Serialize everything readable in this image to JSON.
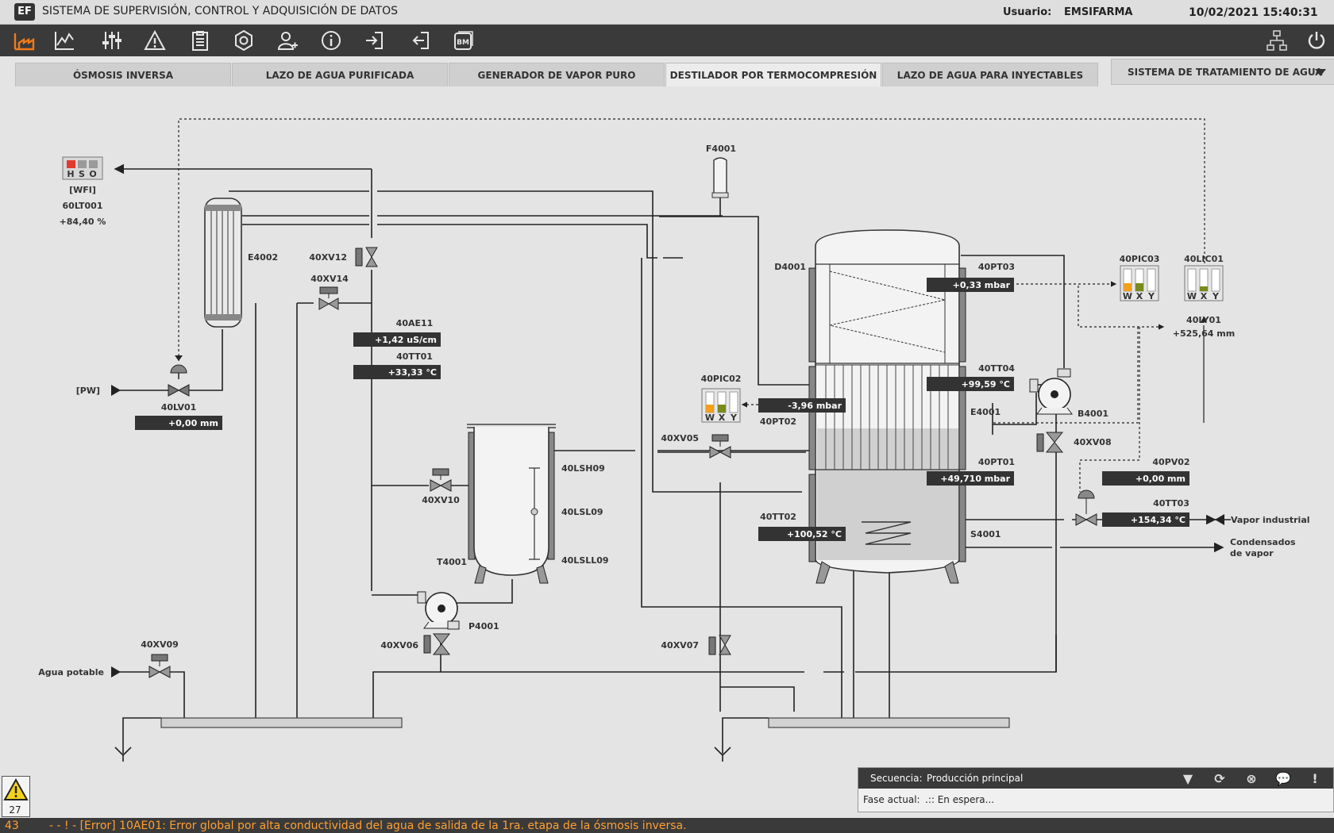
{
  "app": {
    "logo": "EF",
    "title": "SISTEMA DE SUPERVISIÓN, CONTROL Y ADQUISICIÓN DE DATOS",
    "user_label": "Usuario:",
    "user": "EMSIFARMA",
    "datetime": "10/02/2021 15:40:31"
  },
  "toolbar": {
    "icons": [
      "plant-icon",
      "trend-icon",
      "sliders-icon",
      "alarm-warning-icon",
      "report-icon",
      "settings-icon",
      "add-user-icon",
      "info-icon",
      "login-icon",
      "logout-icon",
      "bm-icon",
      "network-icon",
      "power-icon"
    ],
    "bm_text": "BM"
  },
  "tabs": {
    "items": [
      {
        "label": "ÓSMOSIS INVERSA"
      },
      {
        "label": "LAZO DE AGUA PURIFICADA"
      },
      {
        "label": "GENERADOR DE VAPOR PURO"
      },
      {
        "label": "DESTILADOR POR TERMOCOMPRESIÓN"
      },
      {
        "label": "LAZO DE AGUA PARA INYECTABLES"
      }
    ],
    "active": "DESTILADOR POR TERMOCOMPRESIÓN",
    "system_select": "SISTEMA DE TRATAMIENTO DE AGUA"
  },
  "wfi": {
    "tag": "[WFI]",
    "level_tag": "60LT001",
    "level": "+84,40 %",
    "leds": [
      "H",
      "S",
      "O"
    ]
  },
  "process": {
    "inputs": {
      "pw": "[PW]",
      "potable": "Agua potable",
      "steam": "Vapor industrial",
      "condensate_1": "Condensados",
      "condensate_2": "de vapor"
    },
    "equipment": {
      "e4002": "E4002",
      "t4001": "T4001",
      "p4001": "P4001",
      "f4001": "F4001",
      "d4001": "D4001",
      "e4001": "E4001",
      "s4001": "S4001",
      "b4001": "B4001"
    },
    "valves": {
      "xv12": "40XV12",
      "xv14": "40XV14",
      "lv01": "40LV01",
      "xv10": "40XV10",
      "xv09": "40XV09",
      "xv06": "40XV06",
      "xv05": "40XV05",
      "xv07": "40XV07",
      "xv08": "40XV08"
    },
    "switches": {
      "lsh09": "40LSH09",
      "lsl09": "40LSL09",
      "lsll09": "40LSLL09"
    },
    "instruments": {
      "lv01": {
        "tag": "40LV01",
        "value": "+0,00 mm"
      },
      "ae11": {
        "tag": "40AE11",
        "value": "+1,42 uS/cm"
      },
      "tt01": {
        "tag": "40TT01",
        "value": "+33,33 °C"
      },
      "pt03": {
        "tag": "40PT03",
        "value": "+0,33 mbar"
      },
      "pt02": {
        "tag": "40PT02",
        "value": "-3,96 mbar"
      },
      "tt04": {
        "tag": "40TT04",
        "value": "+99,59 °C"
      },
      "pt01": {
        "tag": "40PT01",
        "value": "+49,710 mbar"
      },
      "tt02": {
        "tag": "40TT02",
        "value": "+100,52 °C"
      },
      "pv02": {
        "tag": "40PV02",
        "value": "+0,00 mm"
      },
      "tt03": {
        "tag": "40TT03",
        "value": "+154,34 °C"
      },
      "ly01": {
        "tag": "40LY01",
        "value": "+525,64 mm"
      }
    },
    "controllers": {
      "pic02": {
        "tag": "40PIC02",
        "labels": [
          "W",
          "X",
          "Y"
        ],
        "w": 0.3,
        "x": 0.3,
        "y": 0.0
      },
      "pic03": {
        "tag": "40PIC03",
        "labels": [
          "W",
          "X",
          "Y"
        ],
        "w": 0.3,
        "x": 0.3,
        "y": 0.0
      },
      "lic01": {
        "tag": "40LIC01",
        "labels": [
          "W",
          "X",
          "Y"
        ],
        "w": 0.0,
        "x": 0.2,
        "y": 0.0
      }
    }
  },
  "colors": {
    "bar_w": "#f3a01c",
    "bar_x": "#7a8a1c",
    "alarm": "#ffa033",
    "led_red": "#e23b2e"
  },
  "sequence": {
    "label": "Secuencia:",
    "value": "Producción principal",
    "phase_label": "Fase actual:",
    "phase_value": ".:: En espera..."
  },
  "alarms": {
    "active_count": "27",
    "total": "43",
    "message": "- - ! - [Error] 10AE01: Error global por alta conductividad del agua de salida de la 1ra. etapa de la ósmosis inversa."
  }
}
